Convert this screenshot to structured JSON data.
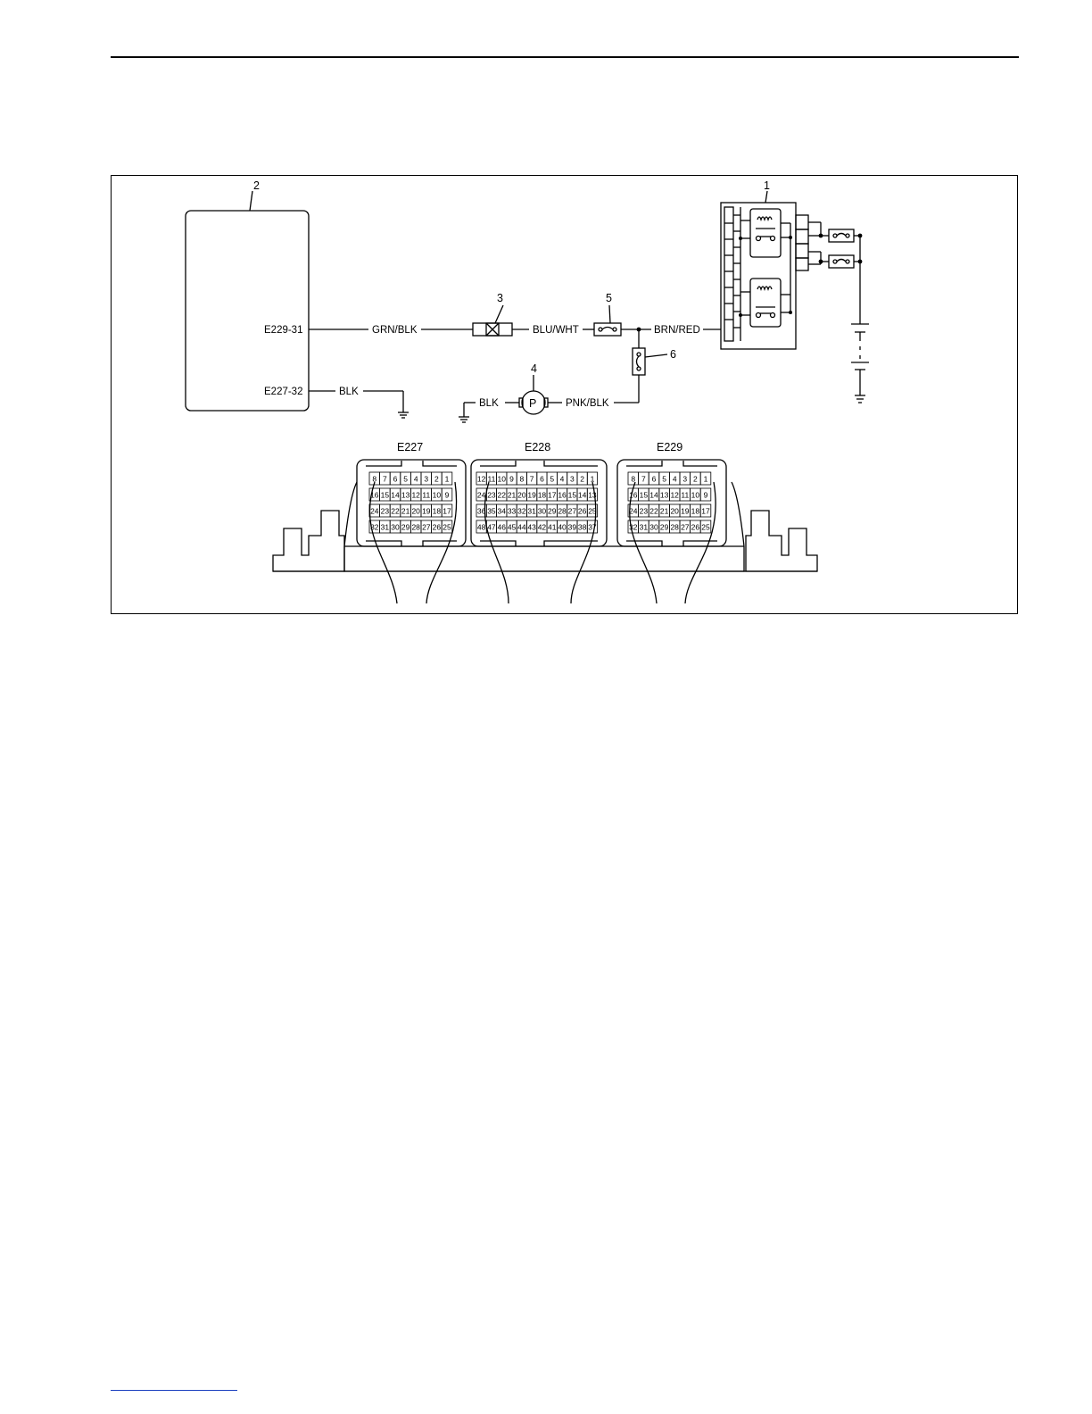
{
  "callouts": {
    "ecm": "2",
    "relay_box": "1",
    "connector": "3",
    "pump": "4",
    "fuse5": "5",
    "fuse6": "6"
  },
  "terminals": {
    "t1": "E229-31",
    "t2": "E227-32"
  },
  "wires": {
    "grn_blk": "GRN/BLK",
    "blu_wht": "BLU/WHT",
    "brn_red": "BRN/RED",
    "blk1": "BLK",
    "blk2": "BLK",
    "pnk_blk": "PNK/BLK"
  },
  "pump_symbol": "P",
  "connectors": [
    {
      "name": "E227",
      "rows": [
        [
          "8",
          "7",
          "6",
          "5",
          "4",
          "3",
          "2",
          "1"
        ],
        [
          "16",
          "15",
          "14",
          "13",
          "12",
          "11",
          "10",
          "9"
        ],
        [
          "24",
          "23",
          "22",
          "21",
          "20",
          "19",
          "18",
          "17"
        ],
        [
          "32",
          "31",
          "30",
          "29",
          "28",
          "27",
          "26",
          "25"
        ]
      ]
    },
    {
      "name": "E228",
      "rows": [
        [
          "12",
          "11",
          "10",
          "9",
          "8",
          "7",
          "6",
          "5",
          "4",
          "3",
          "2",
          "1"
        ],
        [
          "24",
          "23",
          "22",
          "21",
          "20",
          "19",
          "18",
          "17",
          "16",
          "15",
          "14",
          "13"
        ],
        [
          "36",
          "35",
          "34",
          "33",
          "32",
          "31",
          "30",
          "29",
          "28",
          "27",
          "26",
          "25"
        ],
        [
          "48",
          "47",
          "46",
          "45",
          "44",
          "43",
          "42",
          "41",
          "40",
          "39",
          "38",
          "37"
        ]
      ]
    },
    {
      "name": "E229",
      "rows": [
        [
          "8",
          "7",
          "6",
          "5",
          "4",
          "3",
          "2",
          "1"
        ],
        [
          "16",
          "15",
          "14",
          "13",
          "12",
          "11",
          "10",
          "9"
        ],
        [
          "24",
          "23",
          "22",
          "21",
          "20",
          "19",
          "18",
          "17"
        ],
        [
          "32",
          "31",
          "30",
          "29",
          "28",
          "27",
          "26",
          "25"
        ]
      ]
    }
  ]
}
